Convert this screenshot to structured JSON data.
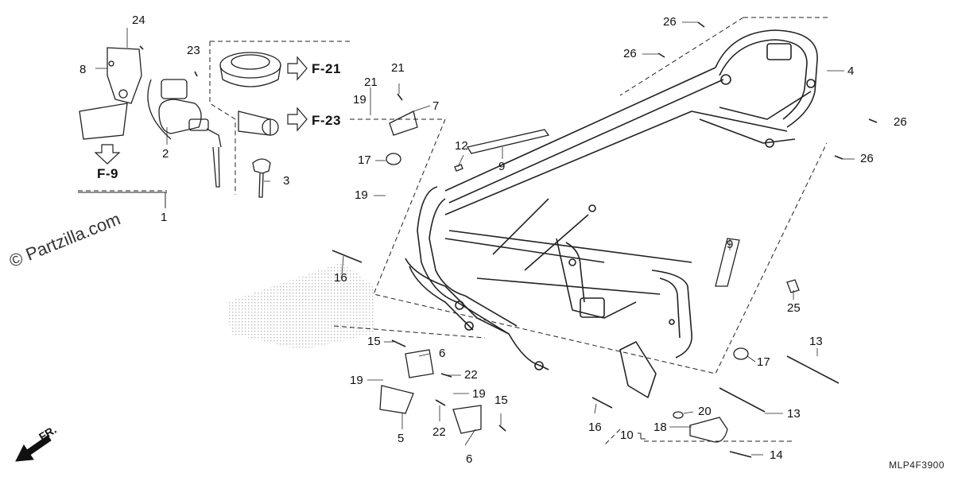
{
  "watermark": "© Partzilla.com",
  "diagram_code": "MLP4F3900",
  "front_marker": "FR.",
  "references": [
    "F-21",
    "F-23",
    "F-9"
  ],
  "callouts": [
    "24",
    "8",
    "23",
    "2",
    "3",
    "1",
    "21",
    "21",
    "19",
    "7",
    "17",
    "12",
    "9",
    "19",
    "16",
    "15",
    "6",
    "22",
    "19",
    "19",
    "15",
    "22",
    "5",
    "6",
    "26",
    "26",
    "4",
    "26",
    "26",
    "9",
    "25",
    "17",
    "13",
    "13",
    "16",
    "20",
    "18",
    "10",
    "14"
  ],
  "colors": {
    "line": "#222222",
    "dither": "#bdbdbd",
    "text": "#111111"
  }
}
